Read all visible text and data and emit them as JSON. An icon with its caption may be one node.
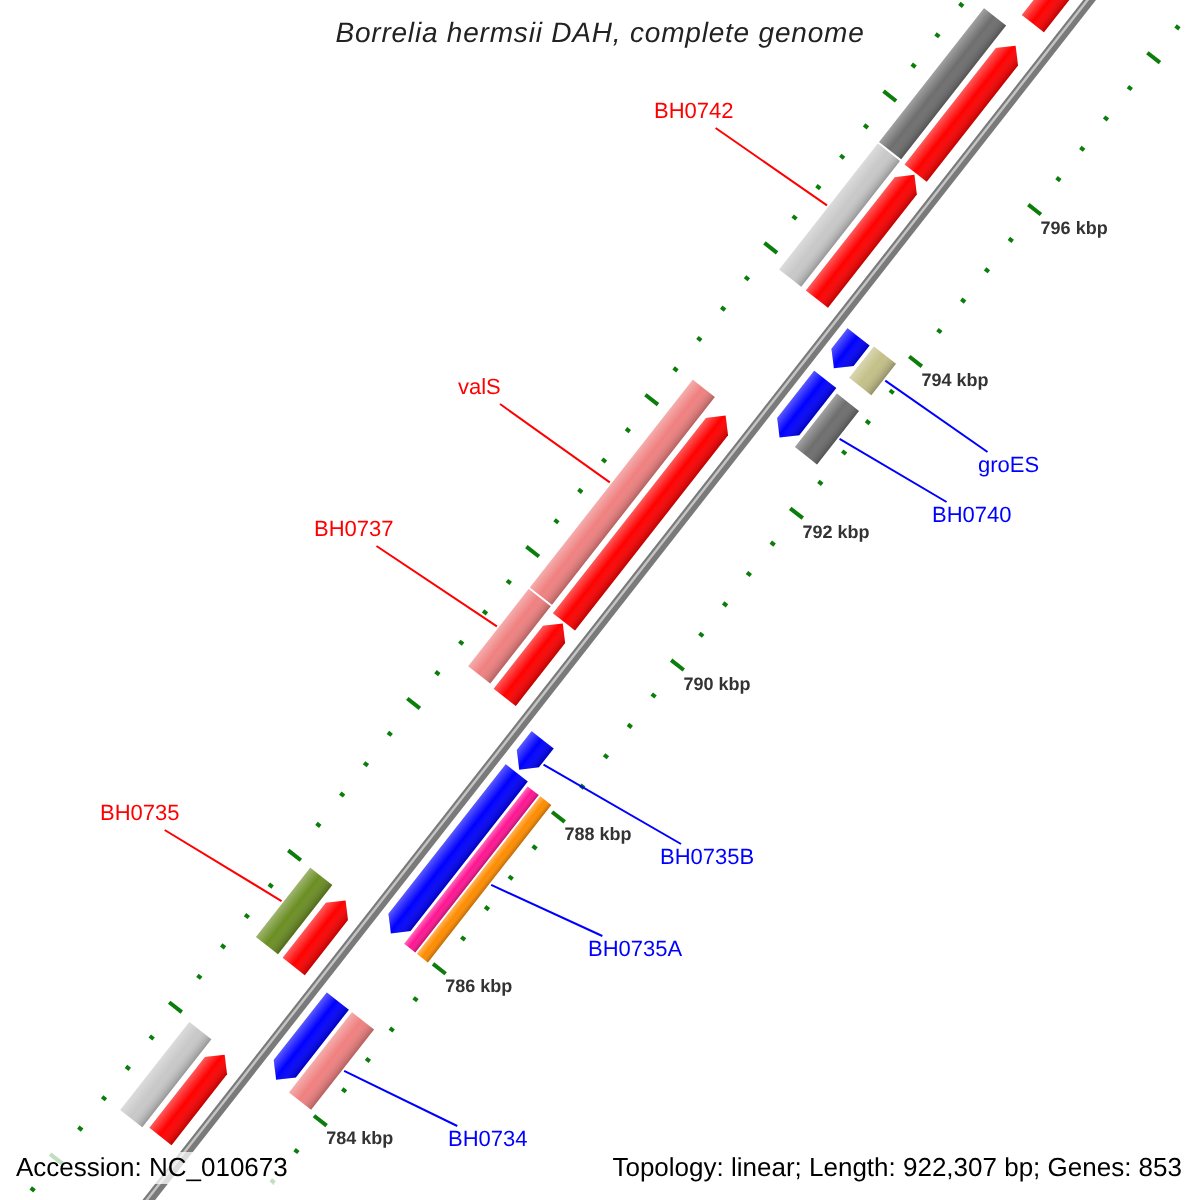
{
  "diagram": {
    "title": "Borrelia hermsii DAH, complete genome",
    "nodes": [
      {
        "text": [
          "BH0742"
        ]
      },
      {
        "text": [
          "valS"
        ]
      },
      {
        "text": [
          "groES"
        ]
      },
      {
        "text": [
          "BH0740"
        ]
      },
      {
        "text": [
          "BH0737"
        ]
      },
      {
        "text": [
          "BH0735"
        ]
      },
      {
        "text": [
          "BH0735B"
        ]
      },
      {
        "text": [
          "BH0735A"
        ]
      },
      {
        "text": [
          "BH0734"
        ]
      },
      {
        "text": [],
        "shape": "arrow"
      },
      {
        "text": [],
        "shape": "bar"
      },
      {
        "text": [],
        "shape": "arrow"
      },
      {
        "text": [],
        "shape": "bar"
      },
      {
        "text": [],
        "shape": "arrow"
      },
      {
        "text": [],
        "shape": "arrow"
      },
      {
        "text": [],
        "shape": "bar"
      },
      {
        "text": [],
        "shape": "arrow"
      },
      {
        "text": [],
        "shape": "bar"
      },
      {
        "text": [],
        "shape": "bar"
      },
      {
        "text": [],
        "shape": "arrow"
      },
      {
        "text": [],
        "shape": "bar"
      },
      {
        "text": [],
        "shape": "arrow"
      },
      {
        "text": [],
        "shape": "arrow"
      },
      {
        "text": [],
        "shape": "arrow"
      },
      {
        "text": [],
        "shape": "bar"
      },
      {
        "text": [],
        "shape": "bar"
      },
      {
        "text": [],
        "shape": "bar"
      },
      {
        "text": [],
        "shape": "arrow"
      },
      {
        "text": [],
        "shape": "arrow"
      },
      {
        "text": [],
        "shape": "bar"
      },
      {
        "text": [],
        "shape": "bar"
      },
      {
        "text": [],
        "shape": "arrow"
      }
    ],
    "edges": [
      {
        "from": 0,
        "to": 12,
        "arrow": "none",
        "color": "#ff0000"
      },
      {
        "from": 1,
        "to": 18,
        "arrow": "none",
        "color": "#ff0000"
      },
      {
        "from": 2,
        "to": 15,
        "arrow": "none"
      },
      {
        "from": 3,
        "to": 17,
        "arrow": "none"
      },
      {
        "from": 4,
        "to": 20,
        "arrow": "none",
        "color": "#ff0000"
      },
      {
        "from": 5,
        "to": 26,
        "arrow": "none",
        "color": "#ff0000"
      },
      {
        "from": 6,
        "to": 22,
        "arrow": "none"
      },
      {
        "from": 7,
        "to": 25,
        "arrow": "none"
      },
      {
        "from": 8,
        "to": 29,
        "arrow": "none"
      }
    ],
    "labels": [
      "796 kbp",
      "794 kbp",
      "792 kbp",
      "790 kbp",
      "788 kbp",
      "786 kbp",
      "784 kbp",
      "Accession: NC_010673",
      "Topology: linear; Length: 922,307 bp; Genes: 853"
    ]
  }
}
